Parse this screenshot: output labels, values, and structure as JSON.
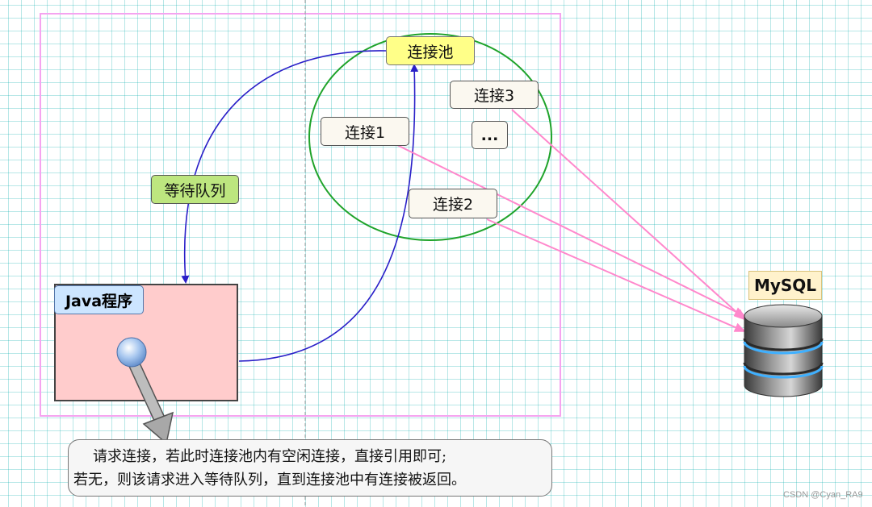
{
  "pool": {
    "title": "连接池"
  },
  "connections": [
    "连接1",
    "连接2",
    "连接3",
    "..."
  ],
  "queue": {
    "label": "等待队列"
  },
  "java": {
    "label": "Java程序"
  },
  "db": {
    "label": "MySQL"
  },
  "note": {
    "line1": "请求连接，若此时连接池内有空闲连接，直接引用即可;",
    "line2": "若无，则该请求进入等待队列，直到连接池中有连接被返回。"
  },
  "watermark": "CSDN @Cyan_RA9",
  "colors": {
    "frame": "#f5a3f0",
    "pool_circle": "#1fa32a",
    "flow_arrow": "#2a1fc8",
    "db_arrow": "#ff88cc",
    "java_box": "#ffcccc"
  }
}
